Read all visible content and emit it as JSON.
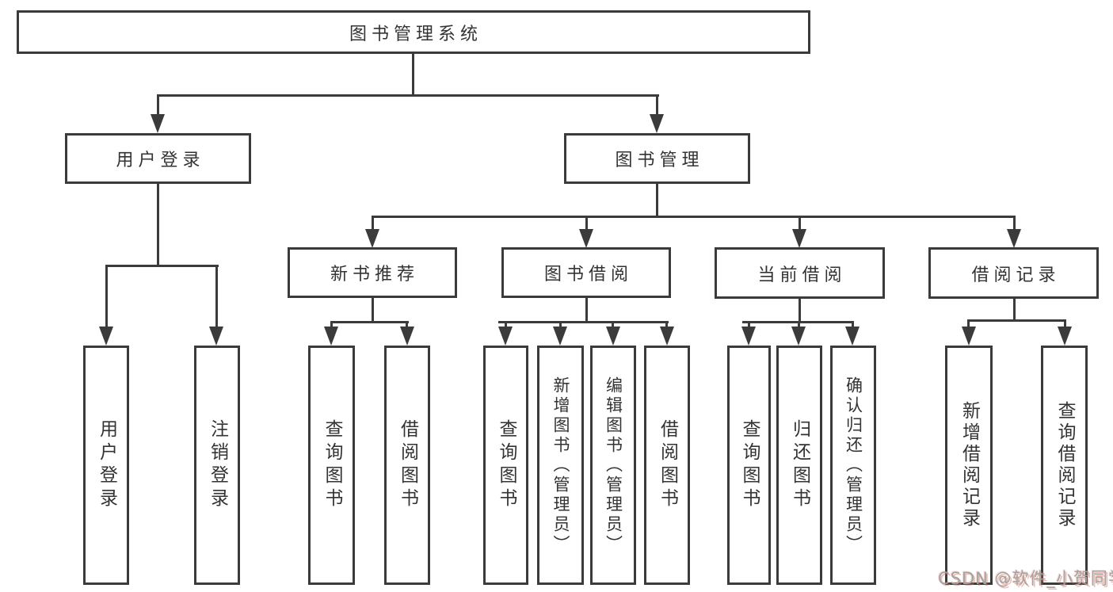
{
  "colors": {
    "line": "#3b3b3b",
    "text": "#333333",
    "background": "#ffffff",
    "watermark_gray": "#a3a3a3",
    "watermark_red": "#d66e5c"
  },
  "diagram": {
    "root": {
      "label": "图书管理系统"
    },
    "level2": [
      {
        "label": "用户登录"
      },
      {
        "label": "图书管理"
      }
    ],
    "level3": [
      {
        "label": "新书推荐",
        "parent": "图书管理"
      },
      {
        "label": "图书借阅",
        "parent": "图书管理"
      },
      {
        "label": "当前借阅",
        "parent": "图书管理"
      },
      {
        "label": "借阅记录",
        "parent": "图书管理"
      }
    ],
    "leaves": [
      {
        "label": "用户登录",
        "parent": "用户登录"
      },
      {
        "label": "注销登录",
        "parent": "用户登录"
      },
      {
        "label": "查询图书",
        "parent": "新书推荐"
      },
      {
        "label": "借阅图书",
        "parent": "新书推荐"
      },
      {
        "label": "查询图书",
        "parent": "图书借阅"
      },
      {
        "label": "新增图书（管理员）",
        "parent": "图书借阅"
      },
      {
        "label": "编辑图书（管理员）",
        "parent": "图书借阅"
      },
      {
        "label": "借阅图书",
        "parent": "图书借阅"
      },
      {
        "label": "查询图书",
        "parent": "当前借阅"
      },
      {
        "label": "归还图书",
        "parent": "当前借阅"
      },
      {
        "label": "确认归还（管理员）",
        "parent": "当前借阅"
      },
      {
        "label": "新增借阅记录",
        "parent": "借阅记录"
      },
      {
        "label": "查询借阅记录",
        "parent": "借阅记录"
      }
    ]
  },
  "watermark": {
    "text": "CSDN @软件_小贺同学"
  }
}
